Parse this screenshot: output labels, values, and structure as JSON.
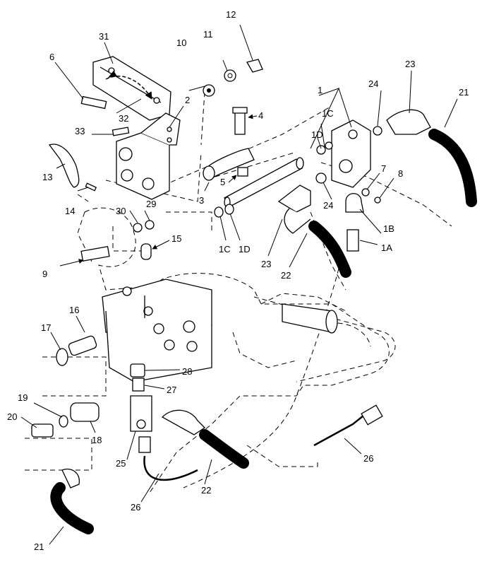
{
  "callouts": {
    "c1": "1",
    "c1A": "1A",
    "c1B": "1B",
    "c1C_top": "1C",
    "c1D_top": "1D",
    "c1C_bot": "1C",
    "c1D_bot": "1D",
    "c2": "2",
    "c3": "3",
    "c4": "4",
    "c5": "5",
    "c6": "6",
    "c7": "7",
    "c8": "8",
    "c9": "9",
    "c10": "10",
    "c11": "11",
    "c12": "12",
    "c13": "13",
    "c14": "14",
    "c15": "15",
    "c16": "16",
    "c17": "17",
    "c18": "18",
    "c19": "19",
    "c20": "20",
    "c21_top": "21",
    "c21_bot": "21",
    "c22_mid": "22",
    "c22_bot": "22",
    "c23_top": "23",
    "c23_mid": "23",
    "c24_a": "24",
    "c24_b": "24",
    "c25": "25",
    "c26_a": "26",
    "c26_b": "26",
    "c27": "27",
    "c28": "28",
    "c29": "29",
    "c30": "30",
    "c31": "31",
    "c32": "32",
    "c33": "33"
  }
}
